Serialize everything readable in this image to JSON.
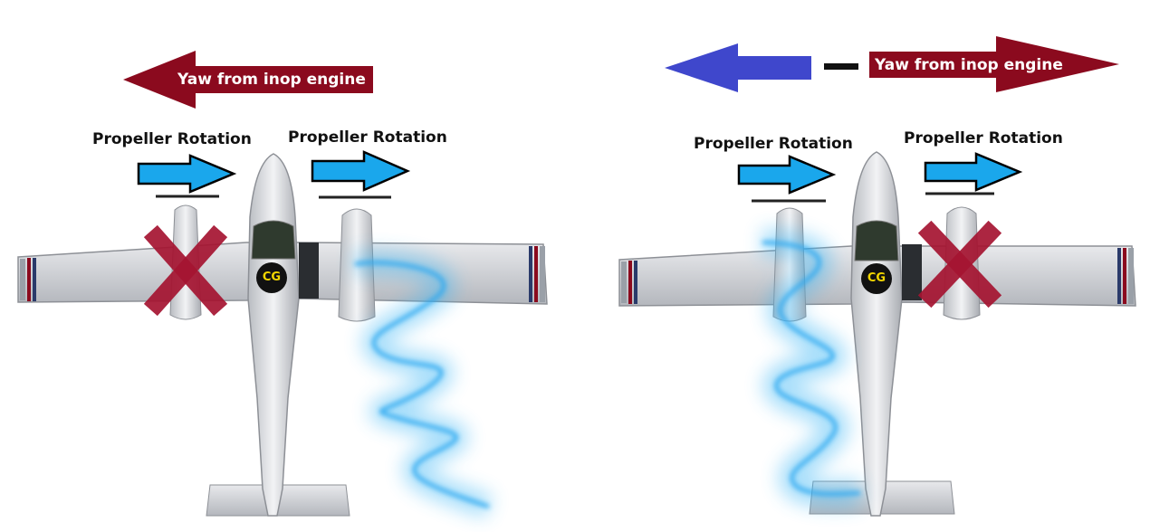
{
  "left": {
    "yaw_label": "Yaw from inop engine",
    "prop_left_label": "Propeller Rotation",
    "prop_right_label": "Propeller Rotation",
    "cg_label": "CG",
    "inop_engine": "left"
  },
  "right": {
    "yaw_label": "Yaw from inop engine",
    "prop_left_label": "Propeller Rotation",
    "prop_right_label": "Propeller Rotation",
    "cg_label": "CG",
    "inop_engine": "right",
    "minus_sign": "–"
  },
  "colors": {
    "yaw_arrow": "#8b0a1e",
    "net_arrow": "#3f47cc",
    "prop_arrow": "#1aa7ec",
    "inop_x": "#a51431",
    "slipstream": "#3fb7f5",
    "cg_disc": "#111111",
    "cg_text": "#f2d600"
  },
  "icons": {
    "inop": "x-mark-icon",
    "prop_arrow": "arrow-right-icon",
    "yaw_arrow": "arrow-left-icon"
  }
}
